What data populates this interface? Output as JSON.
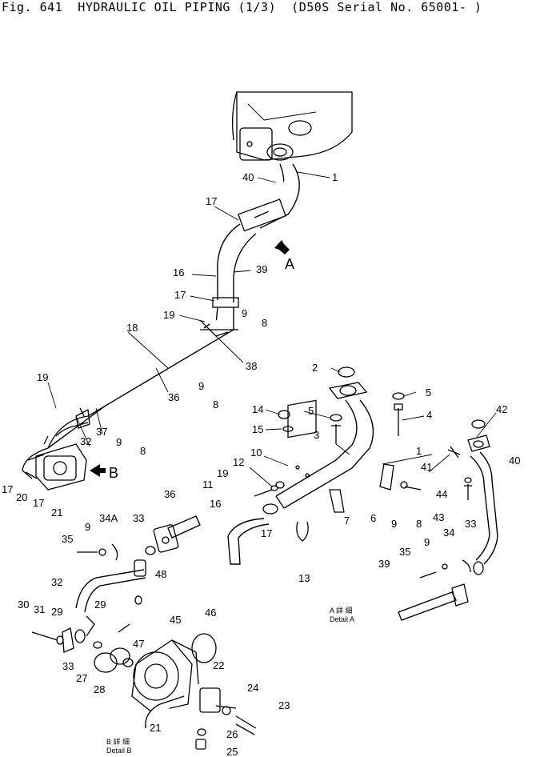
{
  "title": "Fig. 641  HYDRAULIC OIL PIPING (1/3)  (D50S Serial No. 65001- )",
  "view_markers": {
    "a": "A",
    "b": "B"
  },
  "details": {
    "a_line1": "A 詳 細",
    "a_line2": "Detail A",
    "b_line1": "B 詳 細",
    "b_line2": "Detail B"
  },
  "labels": {
    "l1a": "1",
    "l40a": "40",
    "l17a": "17",
    "l16a": "16",
    "l39a": "39",
    "l17b": "17",
    "l19a": "19",
    "l9a": "9",
    "l8a": "8",
    "l18": "18",
    "l38": "38",
    "l9b": "9",
    "l36": "36",
    "l8b": "8",
    "l19b": "19",
    "l37": "37",
    "l32a": "32",
    "l9c": "9",
    "l8c": "8",
    "l17c": "17",
    "l20": "20",
    "l17d": "17",
    "l21a": "21",
    "l2": "2",
    "l14": "14",
    "l5a": "5",
    "l5b": "5",
    "l4": "4",
    "l15": "15",
    "l3": "3",
    "l1b": "1",
    "l10": "10",
    "l12": "12",
    "l19c": "19",
    "l11": "11",
    "l16b": "16",
    "l17e": "17",
    "l13": "13",
    "l7": "7",
    "l6": "6",
    "l9d": "9",
    "l8d": "8",
    "l42": "42",
    "l41": "41",
    "l40b": "40",
    "l44": "44",
    "l43": "43",
    "l36b": "36",
    "l35a": "35",
    "l34a": "34A",
    "l9e": "9",
    "l33a": "33",
    "l48": "48",
    "l32b": "32",
    "l47": "47",
    "l45": "45",
    "l46": "46",
    "l30": "30",
    "l31": "31",
    "l29a": "29",
    "l29b": "29",
    "l33b": "33",
    "l27": "27",
    "l28": "28",
    "l22": "22",
    "l24": "24",
    "l23": "23",
    "l21b": "21",
    "l26": "26",
    "l25": "25",
    "l39b": "39",
    "l35b": "35",
    "l9f": "9",
    "l34b": "34",
    "l33c": "33"
  }
}
